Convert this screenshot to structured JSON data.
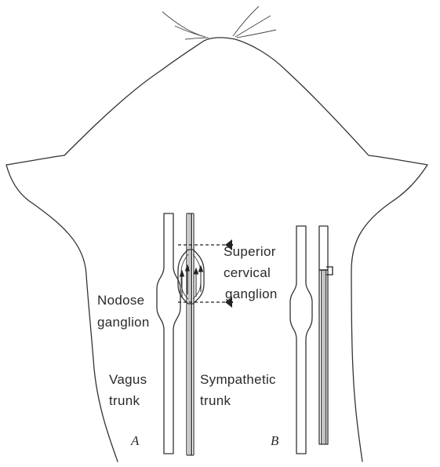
{
  "labels": {
    "superior_cervical_ganglion": [
      "Superior",
      "cervical",
      "ganglion"
    ],
    "nodose_ganglion": [
      "Nodose",
      "ganglion"
    ],
    "vagus_trunk": [
      "Vagus",
      "trunk"
    ],
    "sympathetic_trunk": [
      "Sympathetic",
      "trunk"
    ],
    "panel_a": "A",
    "panel_b": "B"
  }
}
